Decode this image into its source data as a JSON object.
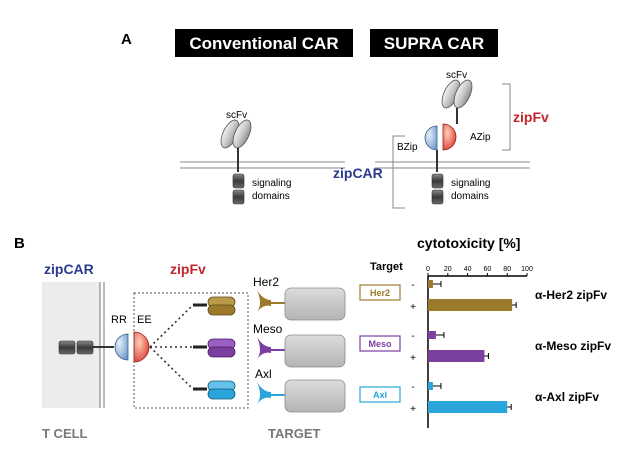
{
  "panel_a": {
    "letter": "A",
    "conventional_title": "Conventional CAR",
    "supra_title": "SUPRA CAR",
    "conv_scfv": "scFv",
    "conv_signal_1": "signaling",
    "conv_signal_2": "domains",
    "supra_scfv": "scFv",
    "bzip": "BZip",
    "azip": "AZip",
    "zipfv": "zipFv",
    "zipcar": "zipCAR",
    "supra_signal_1": "signaling",
    "supra_signal_2": "domains"
  },
  "panel_b": {
    "letter": "B",
    "zipcar": "zipCAR",
    "zipfv": "zipFv",
    "rr": "RR",
    "ee": "EE",
    "her2": "Her2",
    "meso": "Meso",
    "axl": "Axl",
    "t_cell": "T CELL",
    "target": "TARGET"
  },
  "chart_data": {
    "type": "bar",
    "title": "cytotoxicity [%]",
    "ylabel": "Target",
    "xlim": [
      0,
      100
    ],
    "ticks": [
      "0",
      "20",
      "40",
      "60",
      "80",
      "100"
    ],
    "groups": [
      {
        "target": "Her2",
        "minus_label": "-",
        "plus_label": "+",
        "minus": 5,
        "plus": 85,
        "color": "#9b7a2c",
        "label": "α-Her2 zipFv"
      },
      {
        "target": "Meso",
        "minus_label": "-",
        "plus_label": "+",
        "minus": 8,
        "plus": 57,
        "color": "#7b3fa0",
        "label": "α-Meso zipFv"
      },
      {
        "target": "Axl",
        "minus_label": "-",
        "plus_label": "+",
        "minus": 5,
        "plus": 80,
        "color": "#2aa5d9",
        "label": "α-Axl zipFv"
      }
    ]
  },
  "colors": {
    "bzip_blue": "#8fb4dc",
    "azip_red": "#e2463a",
    "zipcar_text": "#2a3a8c",
    "zipfv_text": "#c0272d",
    "her2": "#9b7a2c",
    "meso": "#7b3fa0",
    "axl": "#2aa5d9"
  }
}
